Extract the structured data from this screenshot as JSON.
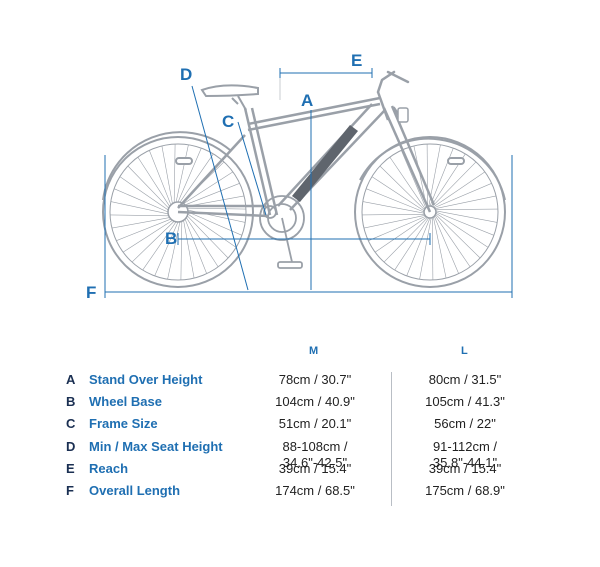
{
  "labels": {
    "A": "A",
    "B": "B",
    "C": "C",
    "D": "D",
    "E": "E",
    "F": "F"
  },
  "table": {
    "size_m": "M",
    "size_l": "L",
    "rows": [
      {
        "letter": "A",
        "name": "Stand Over Height",
        "m": "78cm / 30.7\"",
        "l": "80cm / 31.5\""
      },
      {
        "letter": "B",
        "name": "Wheel Base",
        "m": "104cm / 40.9\"",
        "l": "105cm / 41.3\""
      },
      {
        "letter": "C",
        "name": "Frame Size",
        "m": "51cm / 20.1\"",
        "l": "56cm / 22\""
      },
      {
        "letter": "D",
        "name": "Min / Max Seat Height",
        "m": "88-108cm / 34.6\"-42.5\"",
        "l": "91-112cm / 35.8\"-44.1\""
      },
      {
        "letter": "E",
        "name": "Reach",
        "m": "39cm / 15.4\"",
        "l": "39cm / 15.4\""
      },
      {
        "letter": "F",
        "name": "Overall Length",
        "m": "174cm / 68.5\"",
        "l": "175cm / 68.9\""
      }
    ]
  },
  "colors": {
    "accent": "#1f6fb2",
    "bike_line": "#9aa0a8",
    "text_dark": "#222222"
  }
}
